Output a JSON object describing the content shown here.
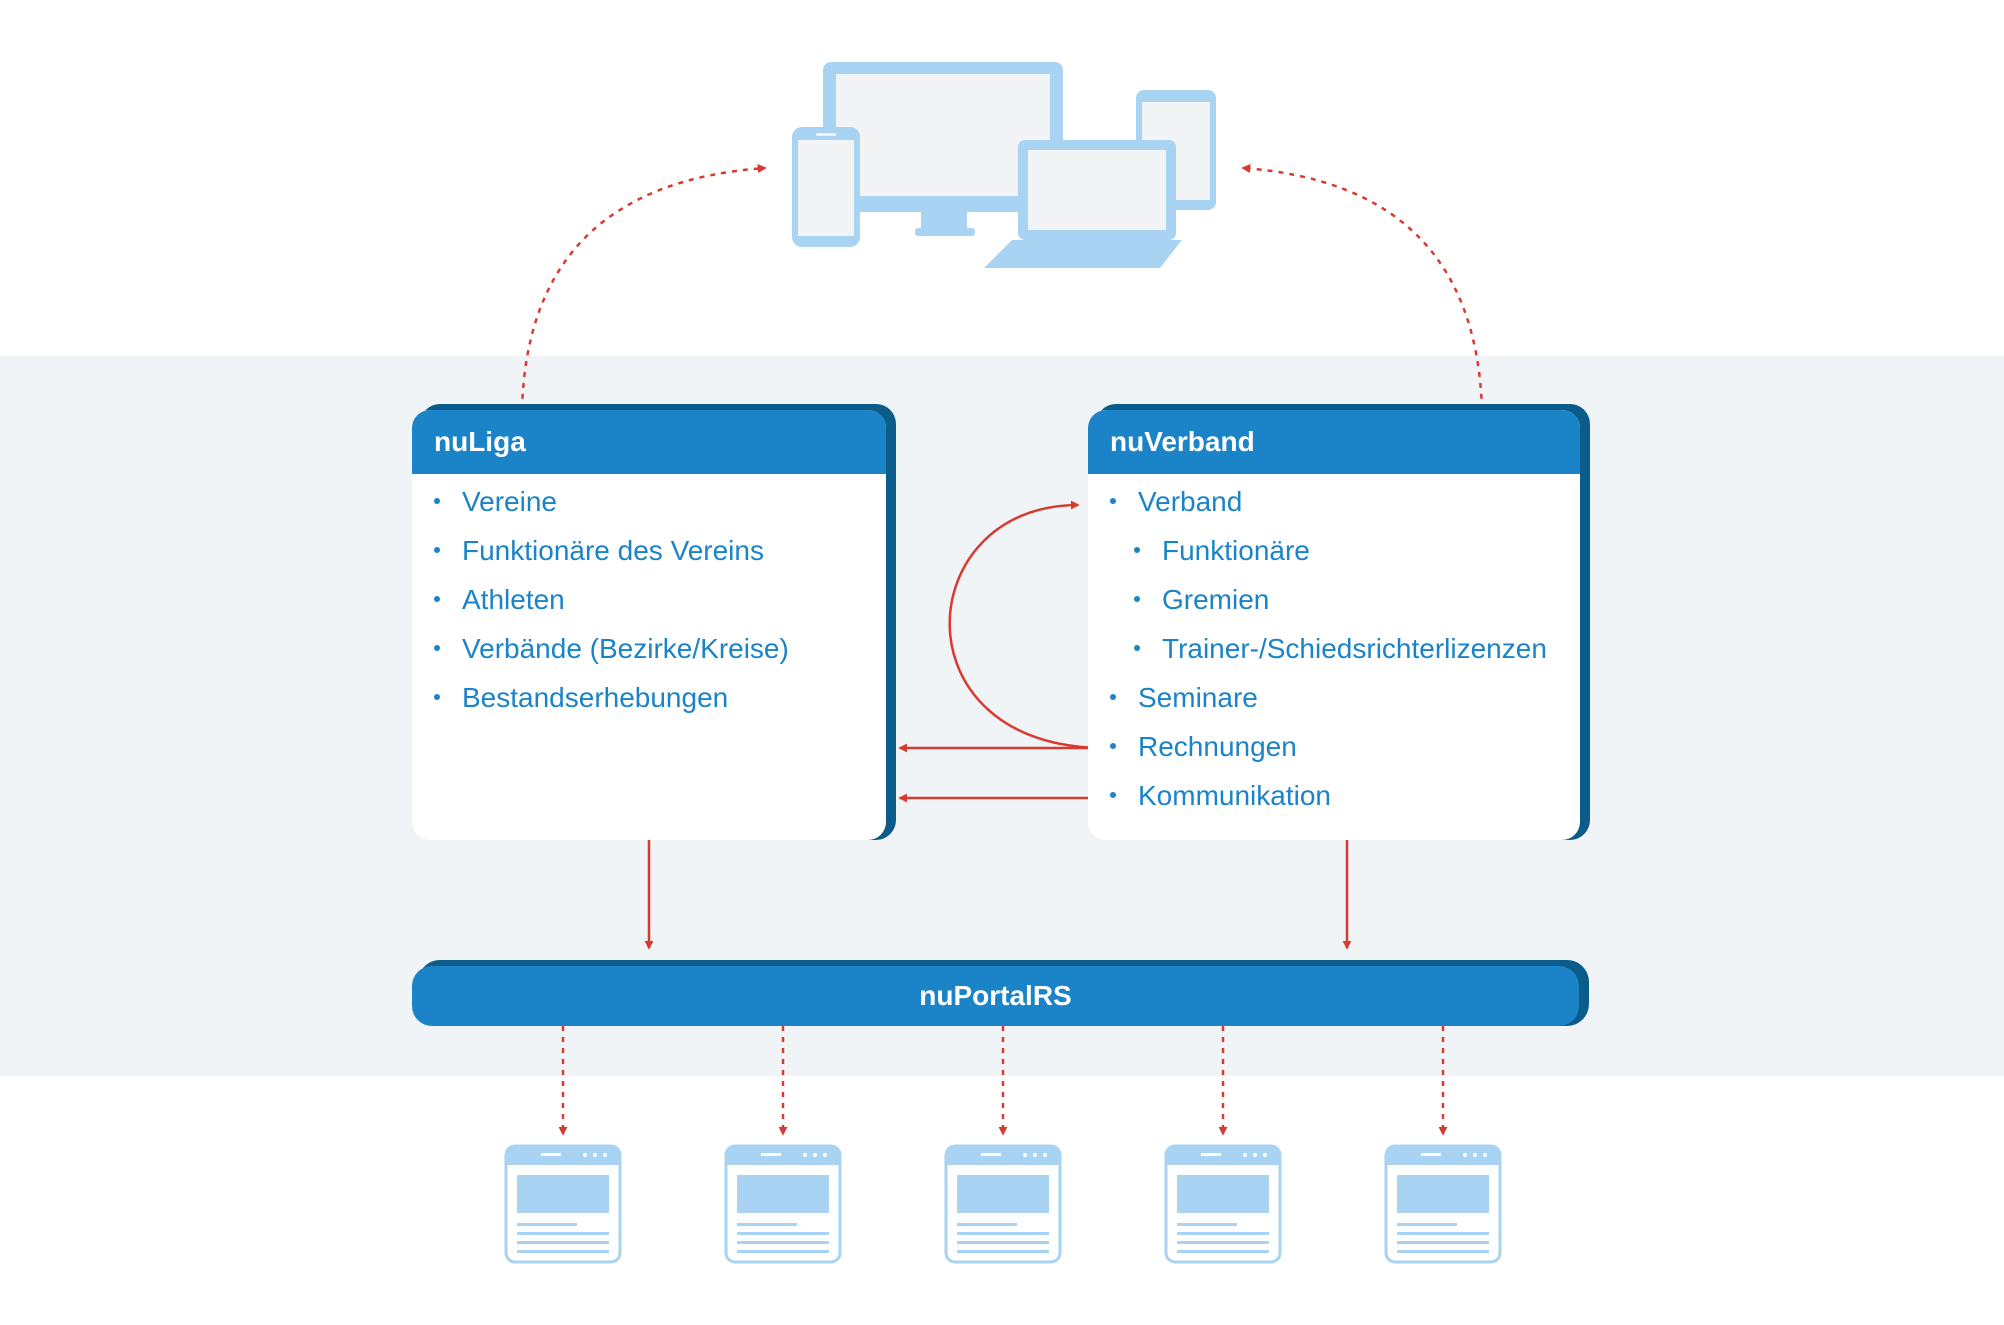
{
  "nuliga": {
    "title": "nuLiga",
    "items": [
      "Vereine",
      "Funktionäre des Vereins",
      "Athleten",
      "Verbände (Bezirke/Kreise)",
      "Bestandserhebungen"
    ]
  },
  "nuverband": {
    "title": "nuVerband",
    "items": [
      "Verband",
      "Funktionäre",
      "Gremien",
      "Trainer-/Schiedsrichterlizenzen",
      "Seminare",
      "Rechnungen",
      "Kommunikation"
    ]
  },
  "portal": {
    "title": "nuPortalRS"
  },
  "colors": {
    "primary": "#1b83c8",
    "primary_dark": "#0b5c8a",
    "arrow": "#d93a30",
    "device": "#a9d3f2",
    "band": "#f1f4f7"
  },
  "icons": {
    "devices": "devices-illustration-icon",
    "page": "webpage-icon"
  }
}
